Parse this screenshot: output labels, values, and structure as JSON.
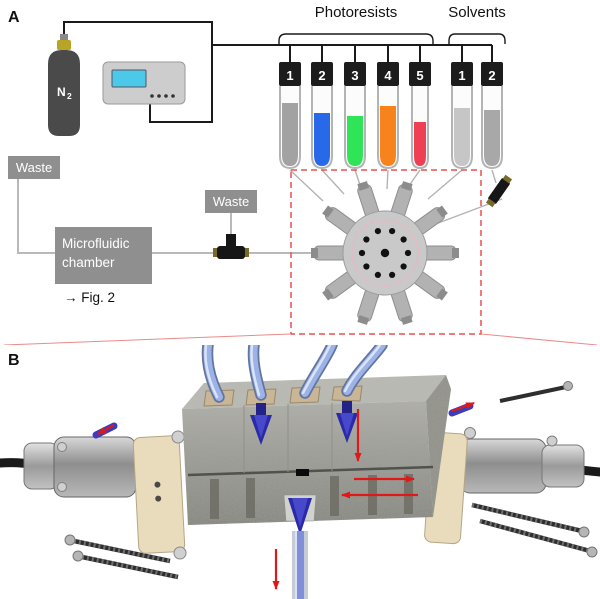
{
  "panels": {
    "a_label": "A",
    "b_label": "B"
  },
  "panelA": {
    "gas": {
      "symbol_main": "N",
      "symbol_sub": "2"
    },
    "photoresists_label": "Photoresists",
    "solvents_label": "Solvents",
    "waste_left": "Waste",
    "waste_mid": "Waste",
    "chamber_line1": "Microfluidic",
    "chamber_line2": "chamber",
    "chamber_ref": "→ Fig. 2",
    "photoresist_tubes": [
      {
        "num": "1",
        "liquid_color": "#a2a2a2"
      },
      {
        "num": "2",
        "liquid_color": "#2769e8"
      },
      {
        "num": "3",
        "liquid_color": "#2fe457"
      },
      {
        "num": "4",
        "liquid_color": "#f8821b"
      },
      {
        "num": "5",
        "liquid_color": "#ef4053"
      }
    ],
    "solvent_tubes": [
      {
        "num": "1",
        "liquid_color": "#c6c6c6"
      },
      {
        "num": "2",
        "liquid_color": "#a8a8a8"
      }
    ],
    "colors": {
      "wire": "#1a1a1a",
      "tubing": "#b9b9b9",
      "box_fill": "#8f8f8f",
      "cylinder_body": "#4a4a4a",
      "cylinder_cap": "#b8a426",
      "controller_screen": "#4cc8e8",
      "valve_body": "#c9c9c9",
      "dashed_red": "#e85050"
    }
  },
  "panelB": {
    "colors": {
      "block": "#9a9a94",
      "tube_blue": "#9db2e6",
      "funnel_blue": "#2a2aa8",
      "plate_beige": "#e9dcbd",
      "arrow_red": "#e01818"
    }
  }
}
